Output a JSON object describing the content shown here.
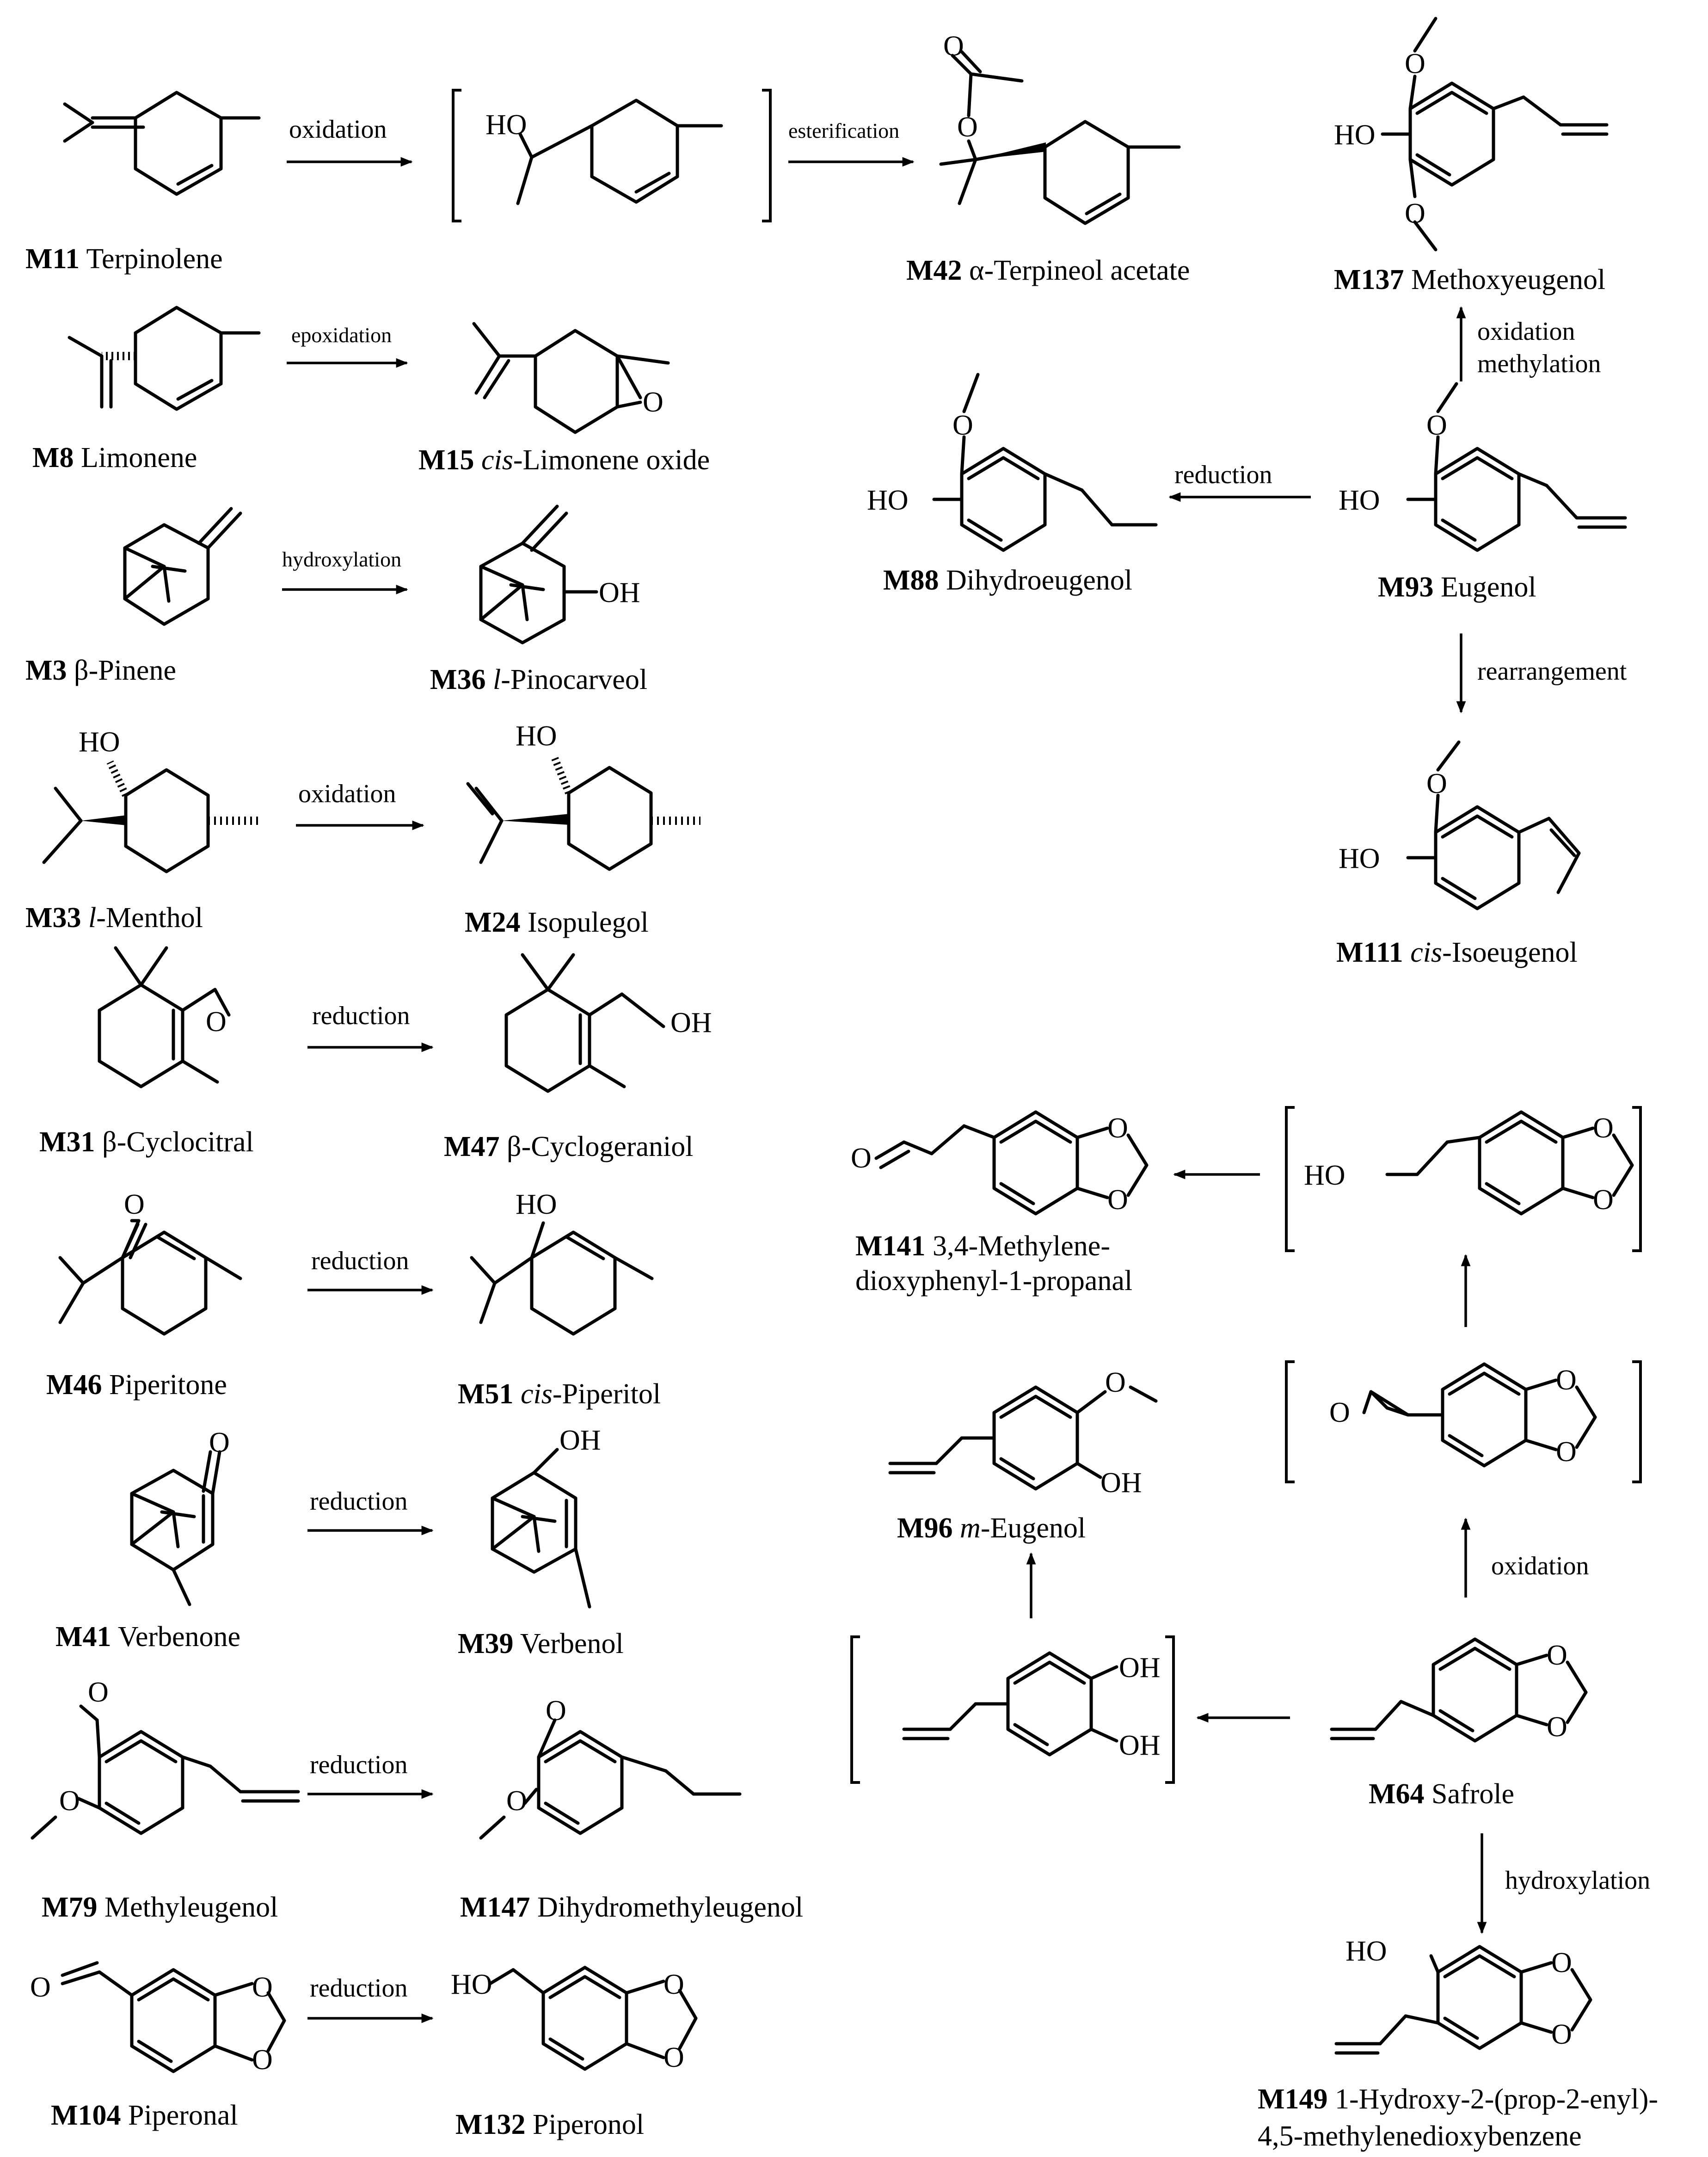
{
  "atoms": {
    "HO": "HO",
    "OH": "OH",
    "O": "O"
  },
  "compounds": {
    "M11": {
      "id": "M11",
      "name": "Terpinolene"
    },
    "M42": {
      "id": "M42",
      "name": "α-Terpineol acetate"
    },
    "M137": {
      "id": "M137",
      "name": "Methoxyeugenol"
    },
    "M8": {
      "id": "M8",
      "name": "Limonene"
    },
    "M15": {
      "id": "M15",
      "prefix": "cis",
      "name": "-Limonene oxide"
    },
    "M88": {
      "id": "M88",
      "name": "Dihydroeugenol"
    },
    "M93": {
      "id": "M93",
      "name": "Eugenol"
    },
    "M3": {
      "id": "M3",
      "name": "β-Pinene"
    },
    "M36": {
      "id": "M36",
      "prefix": "l",
      "name": "-Pinocarveol"
    },
    "M33": {
      "id": "M33",
      "prefix": "l",
      "name": "-Menthol"
    },
    "M24": {
      "id": "M24",
      "name": "Isopulegol"
    },
    "M111": {
      "id": "M111",
      "prefix": "cis",
      "name": "-Isoeugenol"
    },
    "M31": {
      "id": "M31",
      "name": "β-Cyclocitral"
    },
    "M47": {
      "id": "M47",
      "name": "β-Cyclogeraniol"
    },
    "M141": {
      "id": "M141",
      "name": "3,4-Methylene-",
      "name2": "dioxyphenyl-1-propanal"
    },
    "M46": {
      "id": "M46",
      "name": "Piperitone"
    },
    "M51": {
      "id": "M51",
      "prefix": "cis",
      "name": "-Piperitol"
    },
    "M96": {
      "id": "M96",
      "prefix": "m",
      "name": "-Eugenol"
    },
    "M41": {
      "id": "M41",
      "name": "Verbenone"
    },
    "M39": {
      "id": "M39",
      "name": "Verbenol"
    },
    "M64": {
      "id": "M64",
      "name": "Safrole"
    },
    "M79": {
      "id": "M79",
      "name": "Methyleugenol"
    },
    "M147": {
      "id": "M147",
      "name": "Dihydromethyleugenol"
    },
    "M104": {
      "id": "M104",
      "name": "Piperonal"
    },
    "M132": {
      "id": "M132",
      "name": "Piperonol"
    },
    "M149": {
      "id": "M149",
      "name": "1-Hydroxy-2-(prop-2-enyl)-",
      "name2": "4,5-methylenedioxybenzene"
    }
  },
  "reactions": {
    "r1": "oxidation",
    "r2": "esterification",
    "r3": "epoxidation",
    "r4": "hydroxylation",
    "r5": "oxidation",
    "r6": "reduction",
    "r7": "reduction",
    "r8": "reduction",
    "r9": "reduction",
    "r10": "reduction",
    "r11": "oxidation",
    "r12": "methylation",
    "r13": "reduction",
    "r14": "rearrangement",
    "r15": "oxidation",
    "r16": "hydroxylation"
  }
}
